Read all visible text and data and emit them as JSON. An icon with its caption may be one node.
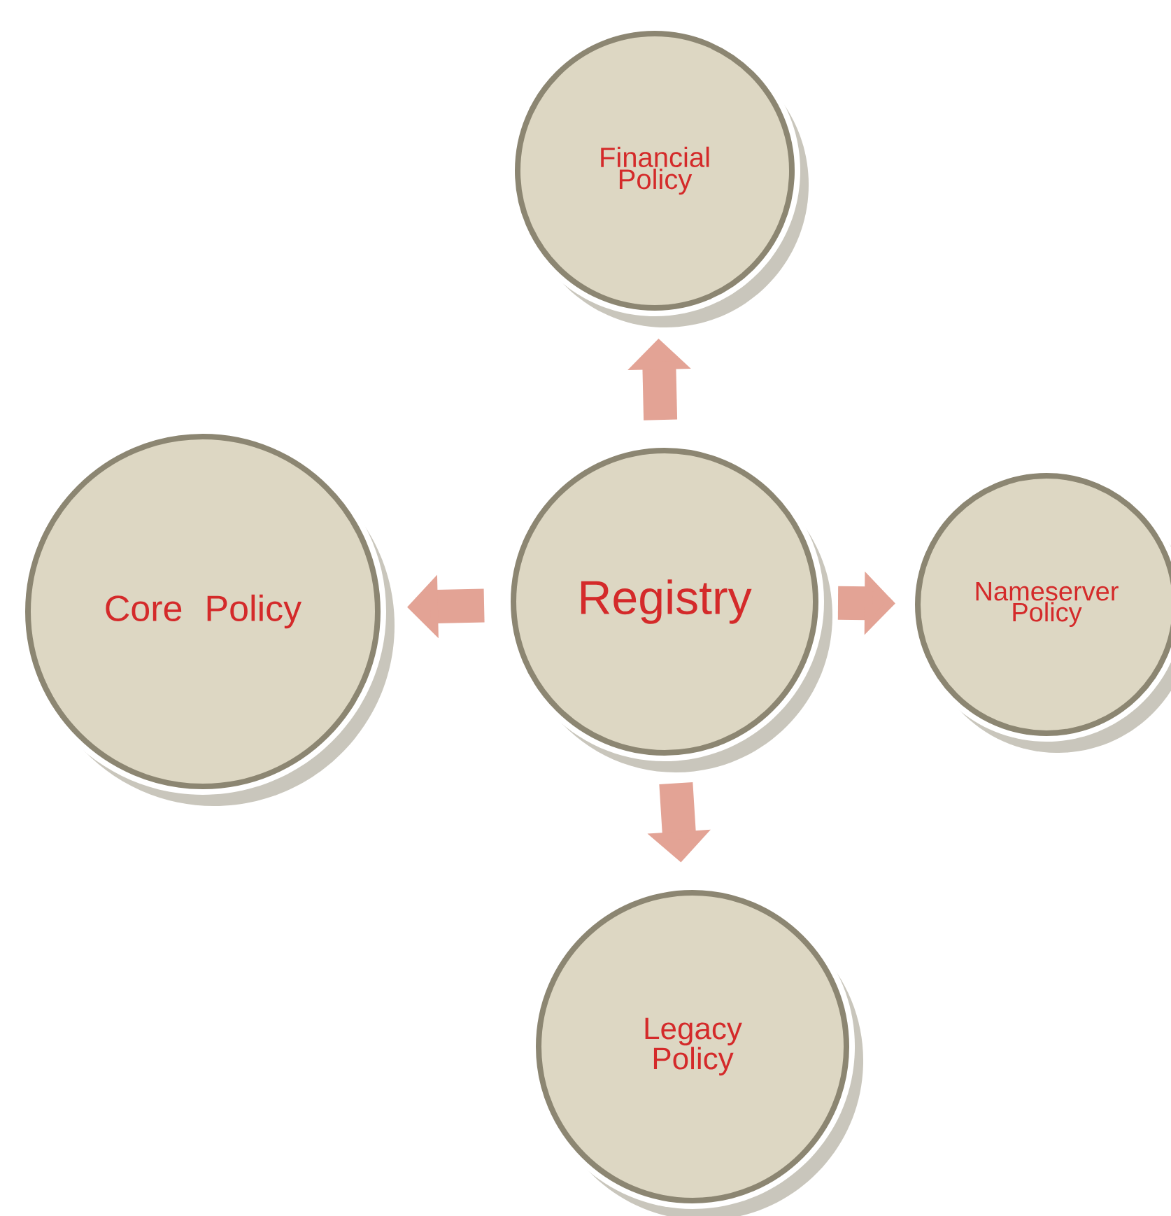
{
  "diagram": {
    "nodes": [
      {
        "text": [
          "Registry"
        ]
      },
      {
        "text": [
          "Financial Policy"
        ]
      },
      {
        "text": [
          "Core Policy"
        ]
      },
      {
        "text": [
          "Nameserver Policy"
        ]
      },
      {
        "text": [
          "Legacy Policy"
        ]
      }
    ],
    "edges": [
      {
        "from": 0,
        "to": 1,
        "arrow": "to"
      },
      {
        "from": 0,
        "to": 2,
        "arrow": "to"
      },
      {
        "from": 0,
        "to": 3,
        "arrow": "to"
      },
      {
        "from": 0,
        "to": 4,
        "arrow": "to"
      }
    ]
  }
}
